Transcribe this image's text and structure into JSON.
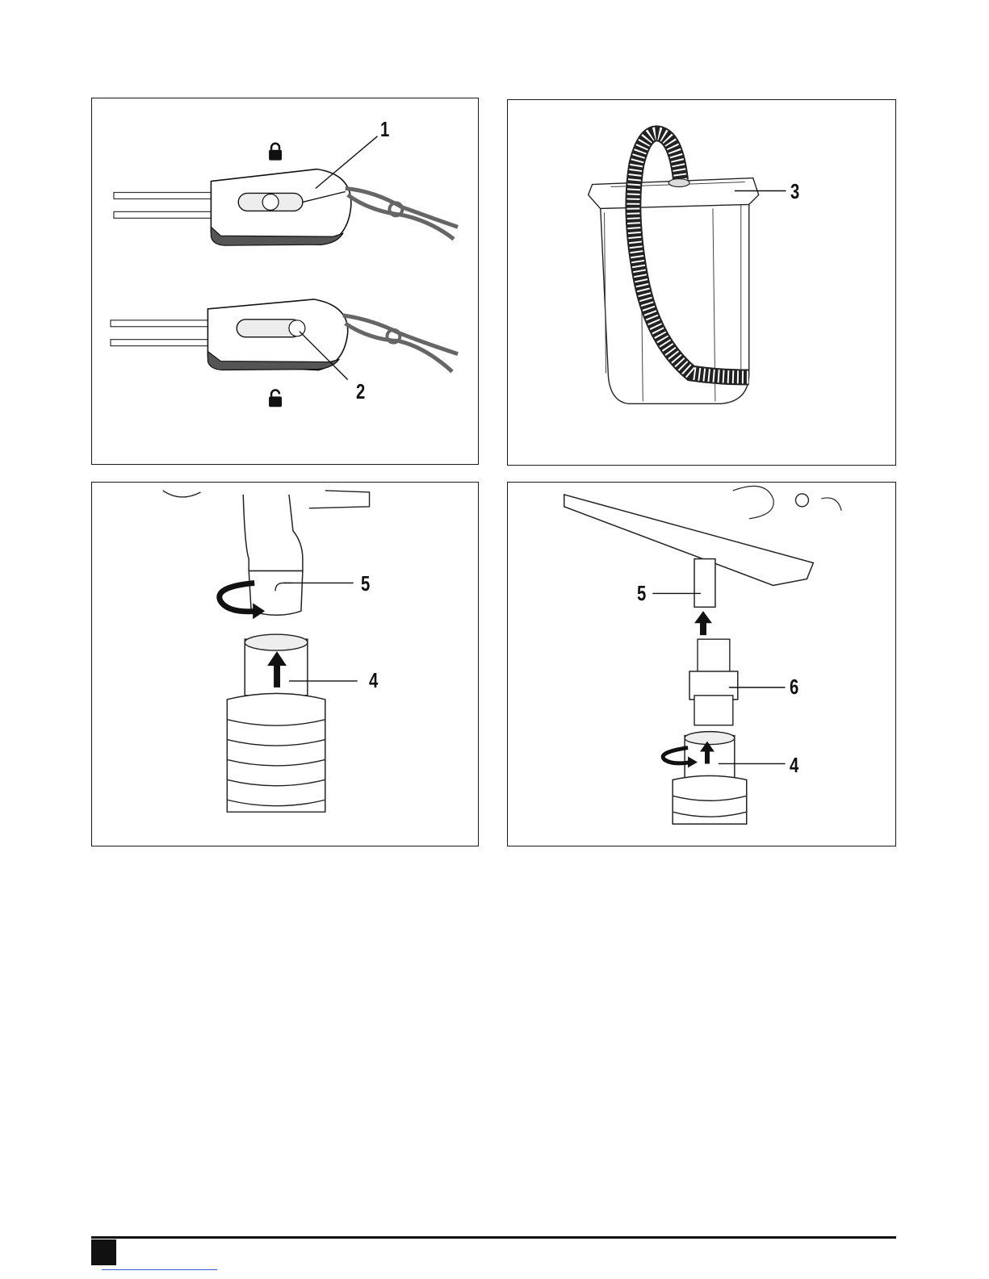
{
  "figures": [
    {
      "name": "figure-a-cord-clamp",
      "callouts": [
        {
          "id": "callout-1",
          "label": "1"
        },
        {
          "id": "callout-2",
          "label": "2"
        }
      ],
      "icons": [
        "lock-closed-icon",
        "lock-open-icon"
      ]
    },
    {
      "name": "figure-b-dust-bag",
      "callouts": [
        {
          "id": "callout-3",
          "label": "3"
        }
      ]
    },
    {
      "name": "figure-c-hose-to-outlet",
      "callouts": [
        {
          "id": "callout-5",
          "label": "5"
        },
        {
          "id": "callout-4",
          "label": "4"
        }
      ],
      "icons": [
        "rotate-arrow-icon",
        "up-arrow-icon"
      ]
    },
    {
      "name": "figure-d-hose-with-adaptor",
      "callouts": [
        {
          "id": "callout-5",
          "label": "5"
        },
        {
          "id": "callout-6",
          "label": "6"
        },
        {
          "id": "callout-4",
          "label": "4"
        }
      ],
      "icons": [
        "up-arrow-icon",
        "rotate-arrow-icon"
      ]
    }
  ],
  "colors": {
    "line": "#1a1a1a",
    "dark_fill": "#555555",
    "light_fill": "#ededed"
  }
}
